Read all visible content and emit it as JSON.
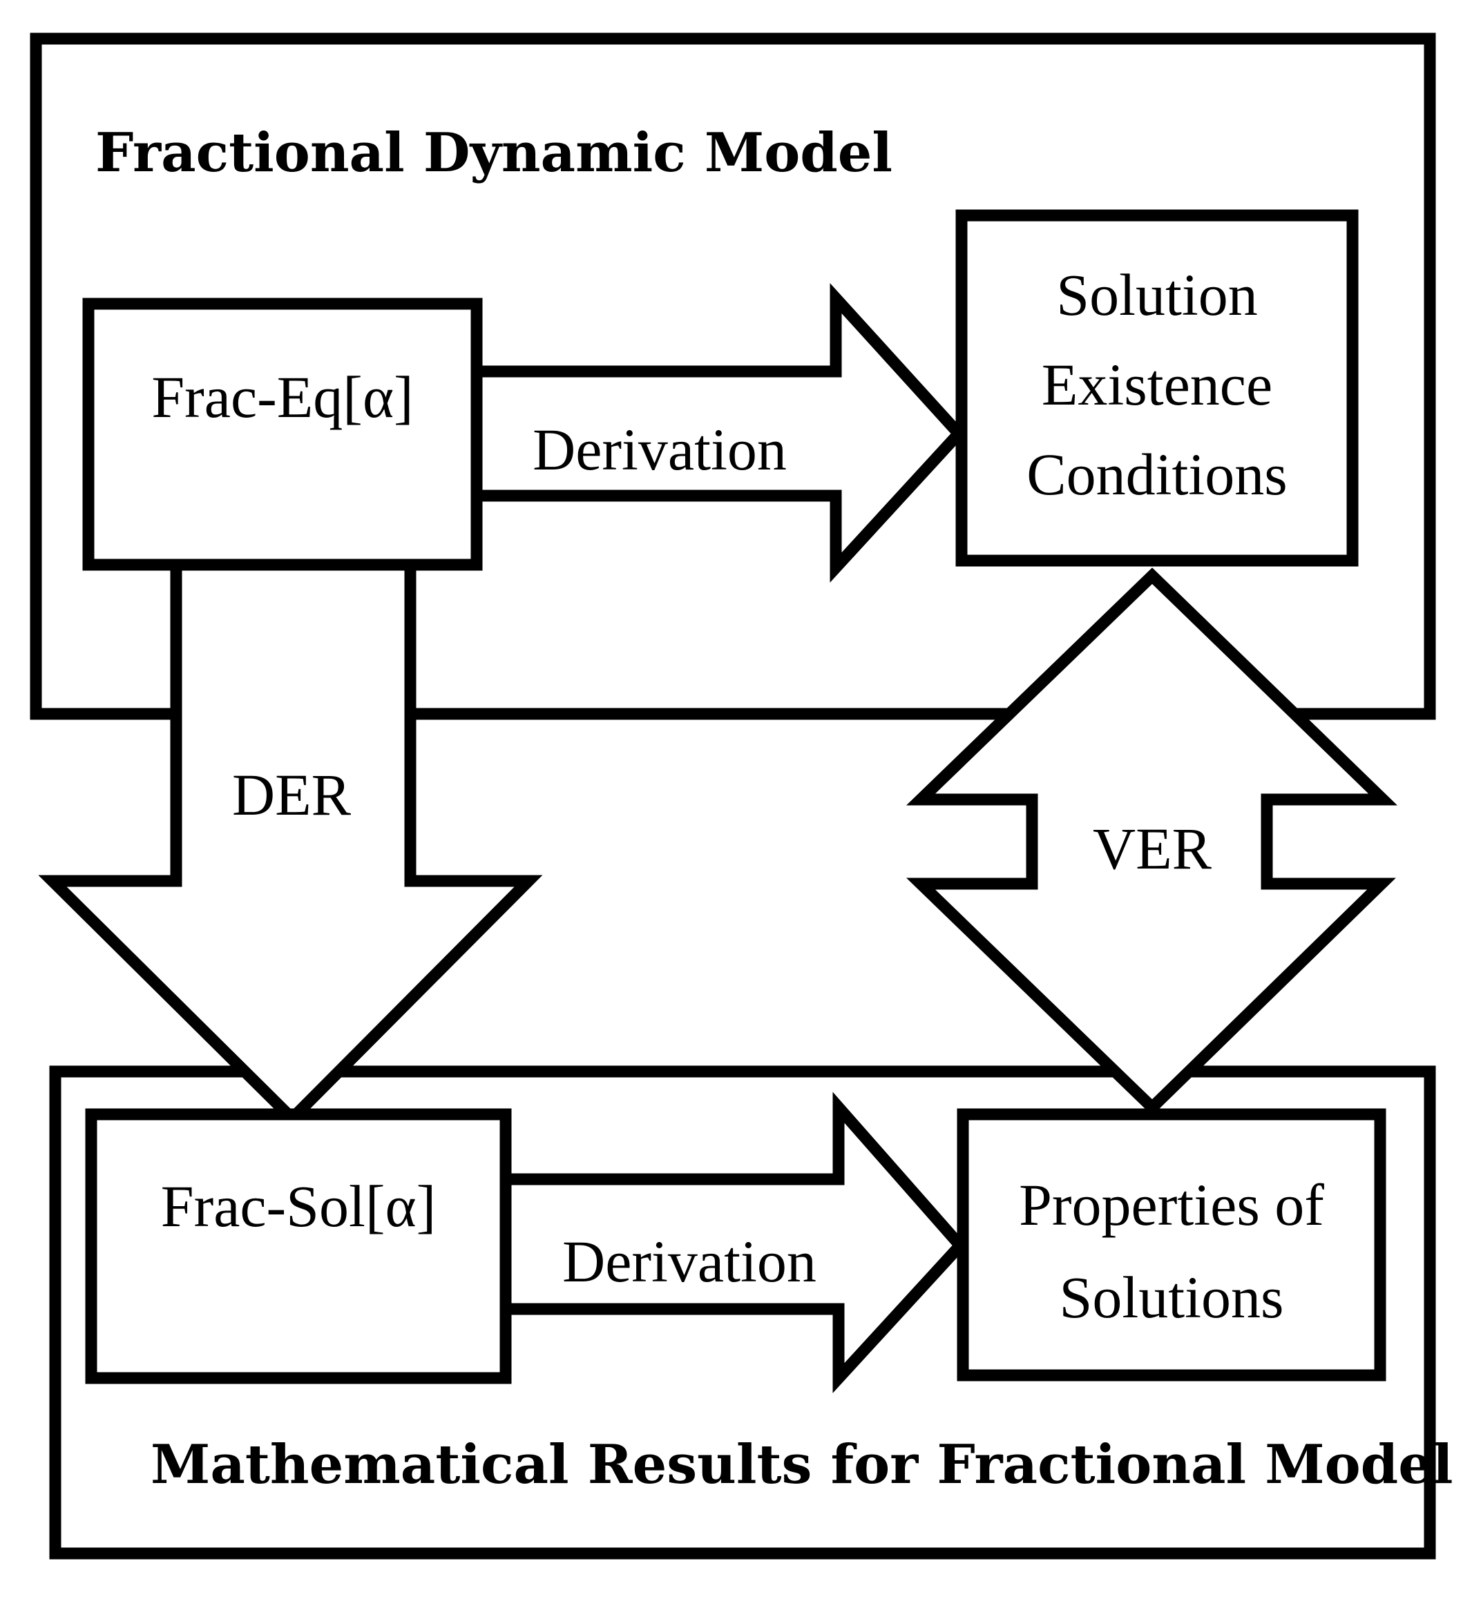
{
  "regions": {
    "model": {
      "title": "Fractional Dynamic Model"
    },
    "results": {
      "title": "Mathematical Results for Fractional Model"
    }
  },
  "nodes": {
    "frac_eq": {
      "lines": [
        "Frac-Eq[α]"
      ]
    },
    "existence": {
      "lines": [
        "Solution",
        "Existence",
        "Conditions"
      ]
    },
    "frac_sol": {
      "lines": [
        "Frac-Sol[α]"
      ]
    },
    "properties": {
      "lines": [
        "Properties of",
        "Solutions"
      ]
    }
  },
  "arrows": {
    "top_derivation": {
      "label": "Derivation"
    },
    "bottom_derivation": {
      "label": "Derivation"
    },
    "der": {
      "label": "DER"
    },
    "ver": {
      "label": "VER"
    }
  }
}
